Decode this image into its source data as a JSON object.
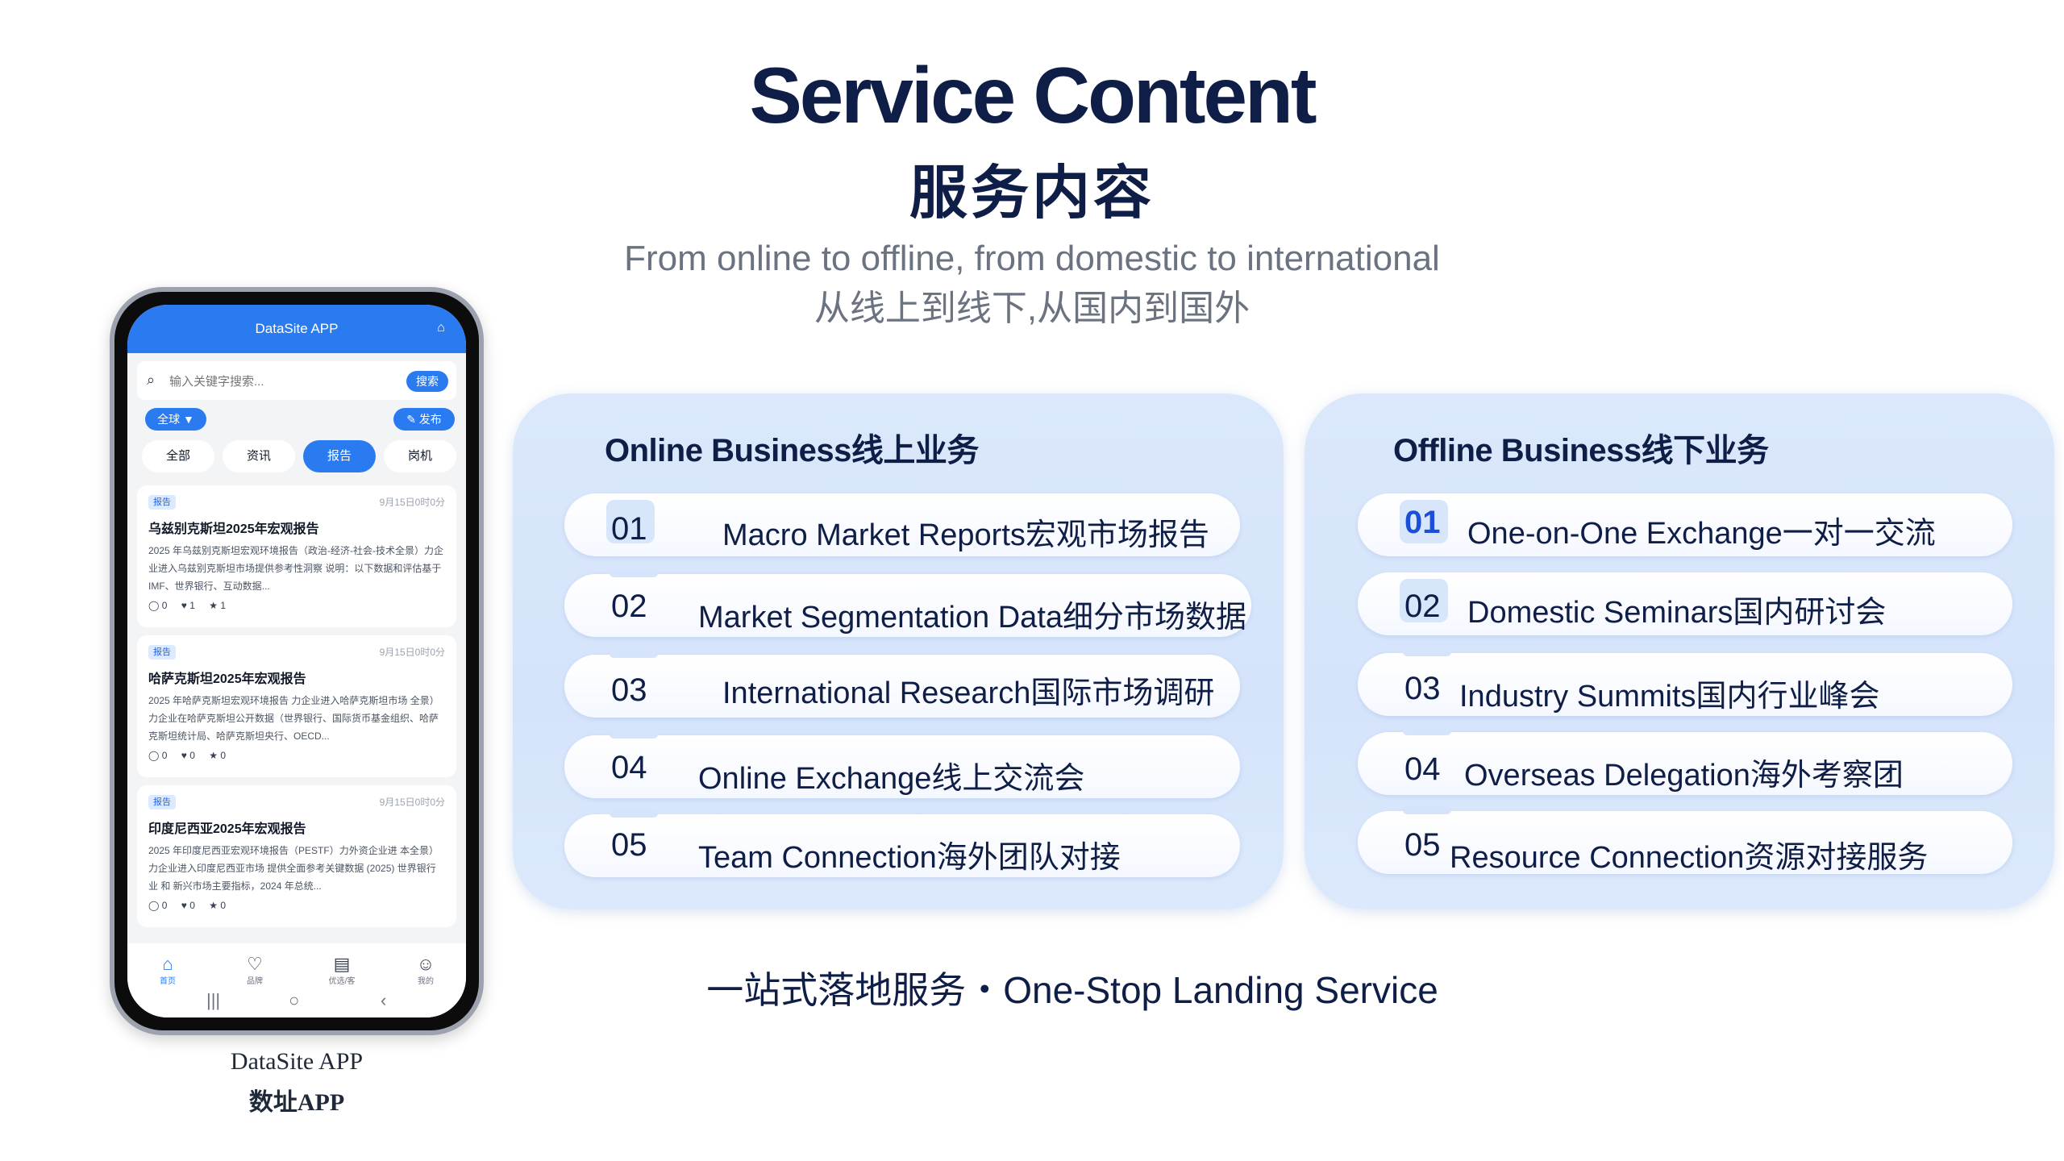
{
  "header": {
    "title_en": "Service Content",
    "title_cn": "服务内容",
    "subtitle_en": "From online to offline, from domestic to international",
    "subtitle_cn": "从线上到线下,从国内到国外"
  },
  "phone": {
    "app_title": "DataSite APP",
    "search_placeholder": "输入关键字搜索...",
    "search_button": "搜索",
    "region_button": "全球 ▼",
    "publish_button": "✎ 发布",
    "tabs": [
      "全部",
      "资讯",
      "报告",
      "岗机"
    ],
    "active_tab": "报告",
    "reports": [
      {
        "tag": "报告",
        "date": "9月15日0时0分",
        "title": "乌兹别克斯坦2025年宏观报告",
        "body": "2025 年乌兹别克斯坦宏观环境报告（政治-经济-社会-技术全景）力企业进入乌兹别克斯坦市场提供参考性洞察 说明：以下数据和评估基于 IMF、世界银行、互动数据...",
        "comments": "0",
        "likes": "1",
        "stars": "1"
      },
      {
        "tag": "报告",
        "date": "9月15日0时0分",
        "title": "哈萨克斯坦2025年宏观报告",
        "body": "2025 年哈萨克斯坦宏观环境报告 力企业进入哈萨克斯坦市场 全景）力企业在哈萨克斯坦公开数据（世界银行、国际货币基金组织、哈萨克斯坦统计局、哈萨克斯坦央行、OECD...",
        "comments": "0",
        "likes": "0",
        "stars": "0"
      },
      {
        "tag": "报告",
        "date": "9月15日0时0分",
        "title": "印度尼西亚2025年宏观报告",
        "body": "2025 年印度尼西亚宏观环境报告（PESTF）力外资企业进 本全景）力企业进入印度尼西亚市场 提供全面参考关键数据 (2025) 世界银行业 和 新兴市场主要指标，2024 年总统...",
        "comments": "0",
        "likes": "0",
        "stars": "0"
      }
    ],
    "nav": [
      {
        "glyph": "⌂",
        "label": "首页"
      },
      {
        "glyph": "♡",
        "label": "品牌"
      },
      {
        "glyph": "▤",
        "label": "优选/客"
      },
      {
        "glyph": "☺",
        "label": "我的"
      }
    ],
    "sys_buttons": [
      "|||",
      "○",
      "‹"
    ],
    "caption_en": "DataSite APP",
    "caption_cn": "数址APP"
  },
  "online": {
    "title": "Online Business线上业务",
    "items": [
      {
        "num": "01",
        "label": "Macro Market Reports宏观市场报告"
      },
      {
        "num": "02",
        "label": "Market Segmentation Data细分市场数据"
      },
      {
        "num": "03",
        "label": "International Research国际市场调研"
      },
      {
        "num": "04",
        "label": "Online Exchange线上交流会"
      },
      {
        "num": "05",
        "label": "Team Connection海外团队对接"
      }
    ]
  },
  "offline": {
    "title": "Offline Business线下业务",
    "items": [
      {
        "num": "01",
        "label": "One-on-One Exchange一对一交流"
      },
      {
        "num": "02",
        "label": "Domestic Seminars国内研讨会"
      },
      {
        "num": "03",
        "label": "Industry Summits国内行业峰会"
      },
      {
        "num": "04",
        "label": "Overseas Delegation海外考察团"
      },
      {
        "num": "05",
        "label": "Resource Connection资源对接服务"
      }
    ]
  },
  "footer": {
    "tagline": "一站式落地服务・One-Stop Landing Service"
  },
  "colors": {
    "navy": "#0f1e47",
    "accent": "#2b7bf0",
    "panel": "#d5e4fb"
  }
}
